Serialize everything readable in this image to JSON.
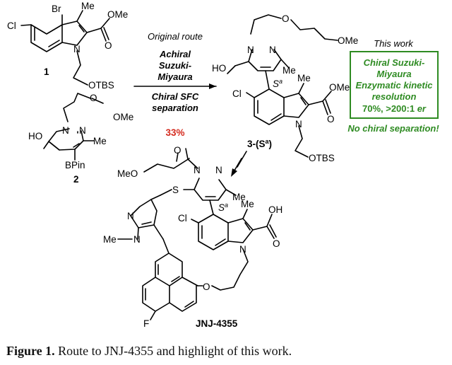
{
  "scheme": {
    "compound_1": {
      "id": "1",
      "Br": "Br",
      "Me": "Me",
      "Cl": "Cl",
      "OMe": "OMe",
      "O": "O",
      "N": "N",
      "OTBS": "OTBS"
    },
    "compound_2": {
      "id": "2",
      "HO": "HO",
      "N1": "N",
      "N2": "N",
      "Me": "Me",
      "OMe": "OMe",
      "O": "O",
      "BPin": "BPin"
    },
    "original_route": {
      "heading": "Original route",
      "conditions": [
        "Achiral",
        "Suzuki-",
        "Miyaura"
      ],
      "separation": [
        "Chiral SFC",
        "separation"
      ],
      "yield": "33%"
    },
    "compound_3": {
      "id": "3-(S",
      "id_sup": "a",
      "id_close": ")",
      "HO": "HO",
      "N1": "N",
      "N2": "N",
      "Me": "Me",
      "Me2": "Me",
      "O": "O",
      "OMe": "OMe",
      "OMe2": "OMe",
      "Cl": "Cl",
      "N": "N",
      "O2": "O",
      "OTBS": "OTBS",
      "axis": "S",
      "axis_sup": "a"
    },
    "this_work": {
      "heading": "This work",
      "conditions": [
        "Chiral Suzuki-",
        "Miyaura",
        "Enzymatic kinetic",
        "resolution"
      ],
      "result": "70%, >200:1",
      "result_er": "er",
      "note": "No chiral separation!"
    },
    "jnj": {
      "id": "JNJ-4355",
      "MeO": "MeO",
      "O": "O",
      "N1": "N",
      "N2": "N",
      "S": "S",
      "Me": "Me",
      "Me2": "Me",
      "axis": "S",
      "axis_sup": "a",
      "Cl": "Cl",
      "OH": "OH",
      "O2": "O",
      "N": "N",
      "N3": "N",
      "N4": "N",
      "MeN": "Me",
      "O3": "O",
      "F": "F"
    },
    "colors": {
      "yield": "#d42a1e",
      "this_work_box": "#2e8b22",
      "this_work_text": "#2e8b22"
    }
  },
  "caption": {
    "label": "Figure 1.",
    "text": "Route to JNJ-4355 and highlight of this work."
  }
}
